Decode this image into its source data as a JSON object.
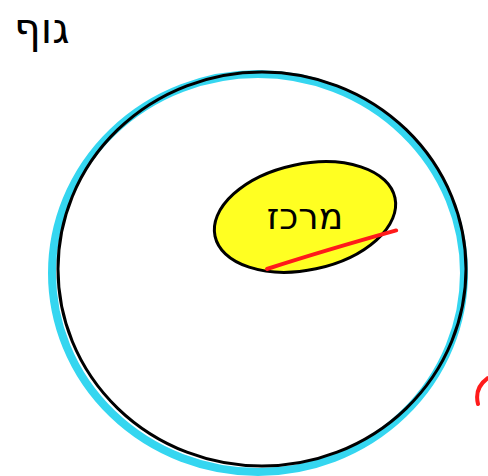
{
  "diagram": {
    "nodes": [
      {
        "text": [
          "גוף"
        ]
      },
      {
        "text": [
          "מרכז"
        ],
        "in": 0
      }
    ]
  }
}
